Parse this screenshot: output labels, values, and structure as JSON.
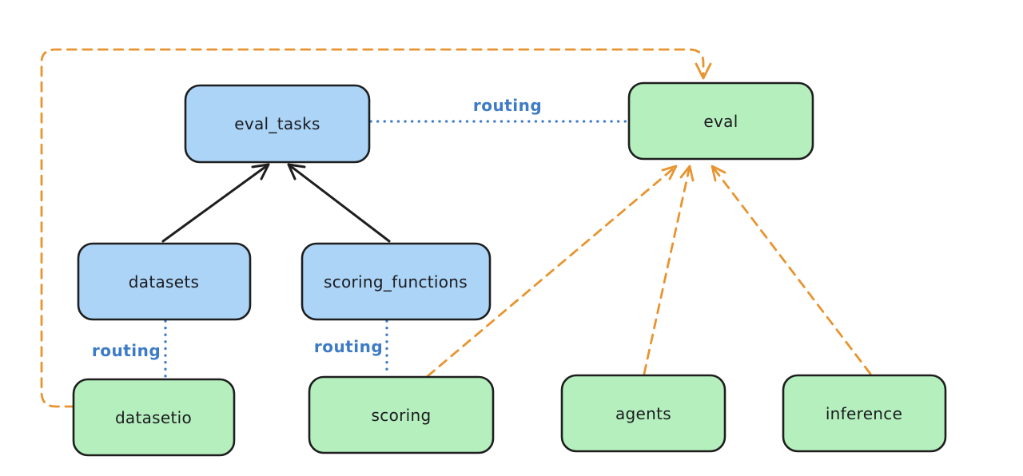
{
  "diagram": {
    "nodes": [
      {
        "id": "eval_tasks",
        "label": "eval_tasks",
        "color": "blue"
      },
      {
        "id": "eval",
        "label": "eval",
        "color": "green"
      },
      {
        "id": "datasets",
        "label": "datasets",
        "color": "blue"
      },
      {
        "id": "scoring_functions",
        "label": "scoring_functions",
        "color": "blue"
      },
      {
        "id": "datasetio",
        "label": "datasetio",
        "color": "green"
      },
      {
        "id": "scoring",
        "label": "scoring",
        "color": "green"
      },
      {
        "id": "agents",
        "label": "agents",
        "color": "green"
      },
      {
        "id": "inference",
        "label": "inference",
        "color": "green"
      }
    ],
    "edges": [
      {
        "from": "datasets",
        "to": "eval_tasks",
        "style": "solid",
        "color": "black",
        "arrowhead": true
      },
      {
        "from": "scoring_functions",
        "to": "eval_tasks",
        "style": "solid",
        "color": "black",
        "arrowhead": true
      },
      {
        "from": "eval_tasks",
        "to": "eval",
        "style": "dotted",
        "color": "blue",
        "label": "routing",
        "arrowhead": false
      },
      {
        "from": "datasets",
        "to": "datasetio",
        "style": "dotted",
        "color": "blue",
        "label": "routing",
        "arrowhead": false
      },
      {
        "from": "scoring_functions",
        "to": "scoring",
        "style": "dotted",
        "color": "blue",
        "label": "routing",
        "arrowhead": false
      },
      {
        "from": "datasetio",
        "to": "eval",
        "style": "dashed",
        "color": "orange",
        "arrowhead": true
      },
      {
        "from": "scoring",
        "to": "eval",
        "style": "dashed",
        "color": "orange",
        "arrowhead": true
      },
      {
        "from": "agents",
        "to": "eval",
        "style": "dashed",
        "color": "orange",
        "arrowhead": true
      },
      {
        "from": "inference",
        "to": "eval",
        "style": "dashed",
        "color": "orange",
        "arrowhead": true
      }
    ],
    "routing_labels": [
      {
        "text": "routing"
      },
      {
        "text": "routing"
      },
      {
        "text": "routing"
      }
    ],
    "palette": {
      "node_blue": "#abd4f7",
      "node_green": "#b5efbe",
      "border": "#1e1e1e",
      "text": "#1b1b1f",
      "routing_blue": "#3d7bc6",
      "orange": "#e8942f",
      "background": "#ffffff"
    }
  }
}
